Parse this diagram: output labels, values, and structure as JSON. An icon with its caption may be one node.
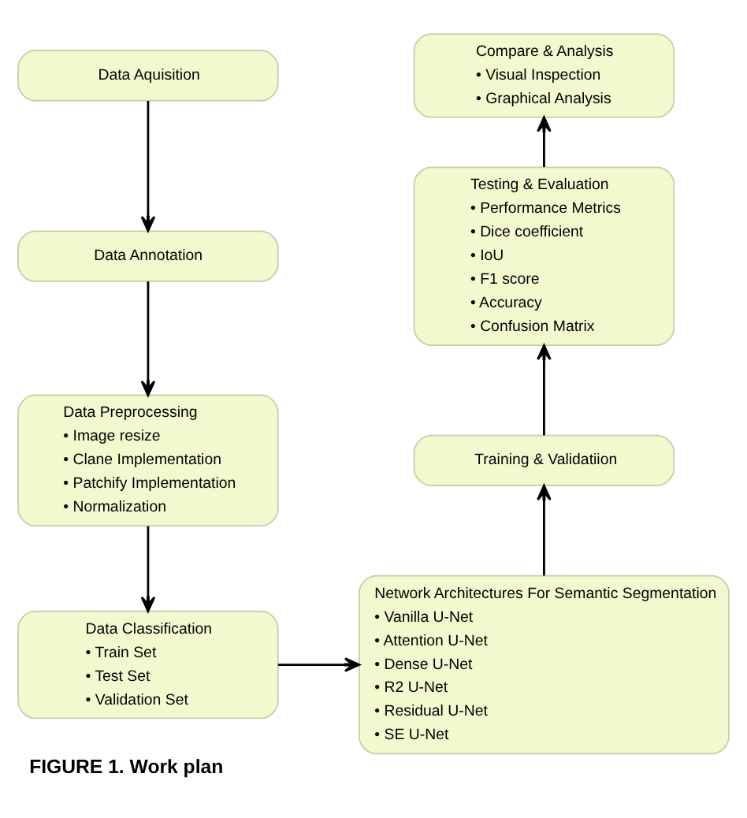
{
  "diagram": {
    "caption": "FIGURE 1. Work plan",
    "nodes": [
      {
        "text": [
          "Data Aquisition"
        ]
      },
      {
        "text": [
          "Data Annotation"
        ]
      },
      {
        "text": [
          "Data Preprocessing",
          "• Image resize",
          "• Clane Implementation",
          "• Patchify Implementation",
          "• Normalization"
        ]
      },
      {
        "text": [
          "Data Classification",
          "• Train Set",
          "• Test Set",
          "• Validation Set"
        ]
      },
      {
        "text": [
          "Compare & Analysis",
          "• Visual Inspection",
          "• Graphical Analysis"
        ]
      },
      {
        "text": [
          "Testing & Evaluation",
          "• Performance Metrics",
          "• Dice coefficient",
          "• IoU",
          "• F1 score",
          "• Accuracy",
          "• Confusion Matrix"
        ]
      },
      {
        "text": [
          "Training & Validatiion"
        ]
      },
      {
        "text": [
          "Network Architectures For Semantic Segmentation",
          "• Vanilla U-Net",
          "• Attention U-Net",
          "• Dense U-Net",
          "• R2 U-Net",
          "• Residual U-Net",
          "• SE U-Net"
        ]
      }
    ],
    "edges": [
      {
        "from": 0,
        "to": 1,
        "arrow": "to"
      },
      {
        "from": 1,
        "to": 2,
        "arrow": "to"
      },
      {
        "from": 2,
        "to": 3,
        "arrow": "to"
      },
      {
        "from": 3,
        "to": 7,
        "arrow": "to"
      },
      {
        "from": 7,
        "to": 6,
        "arrow": "to"
      },
      {
        "from": 6,
        "to": 5,
        "arrow": "to"
      },
      {
        "from": 5,
        "to": 4,
        "arrow": "to"
      }
    ]
  }
}
